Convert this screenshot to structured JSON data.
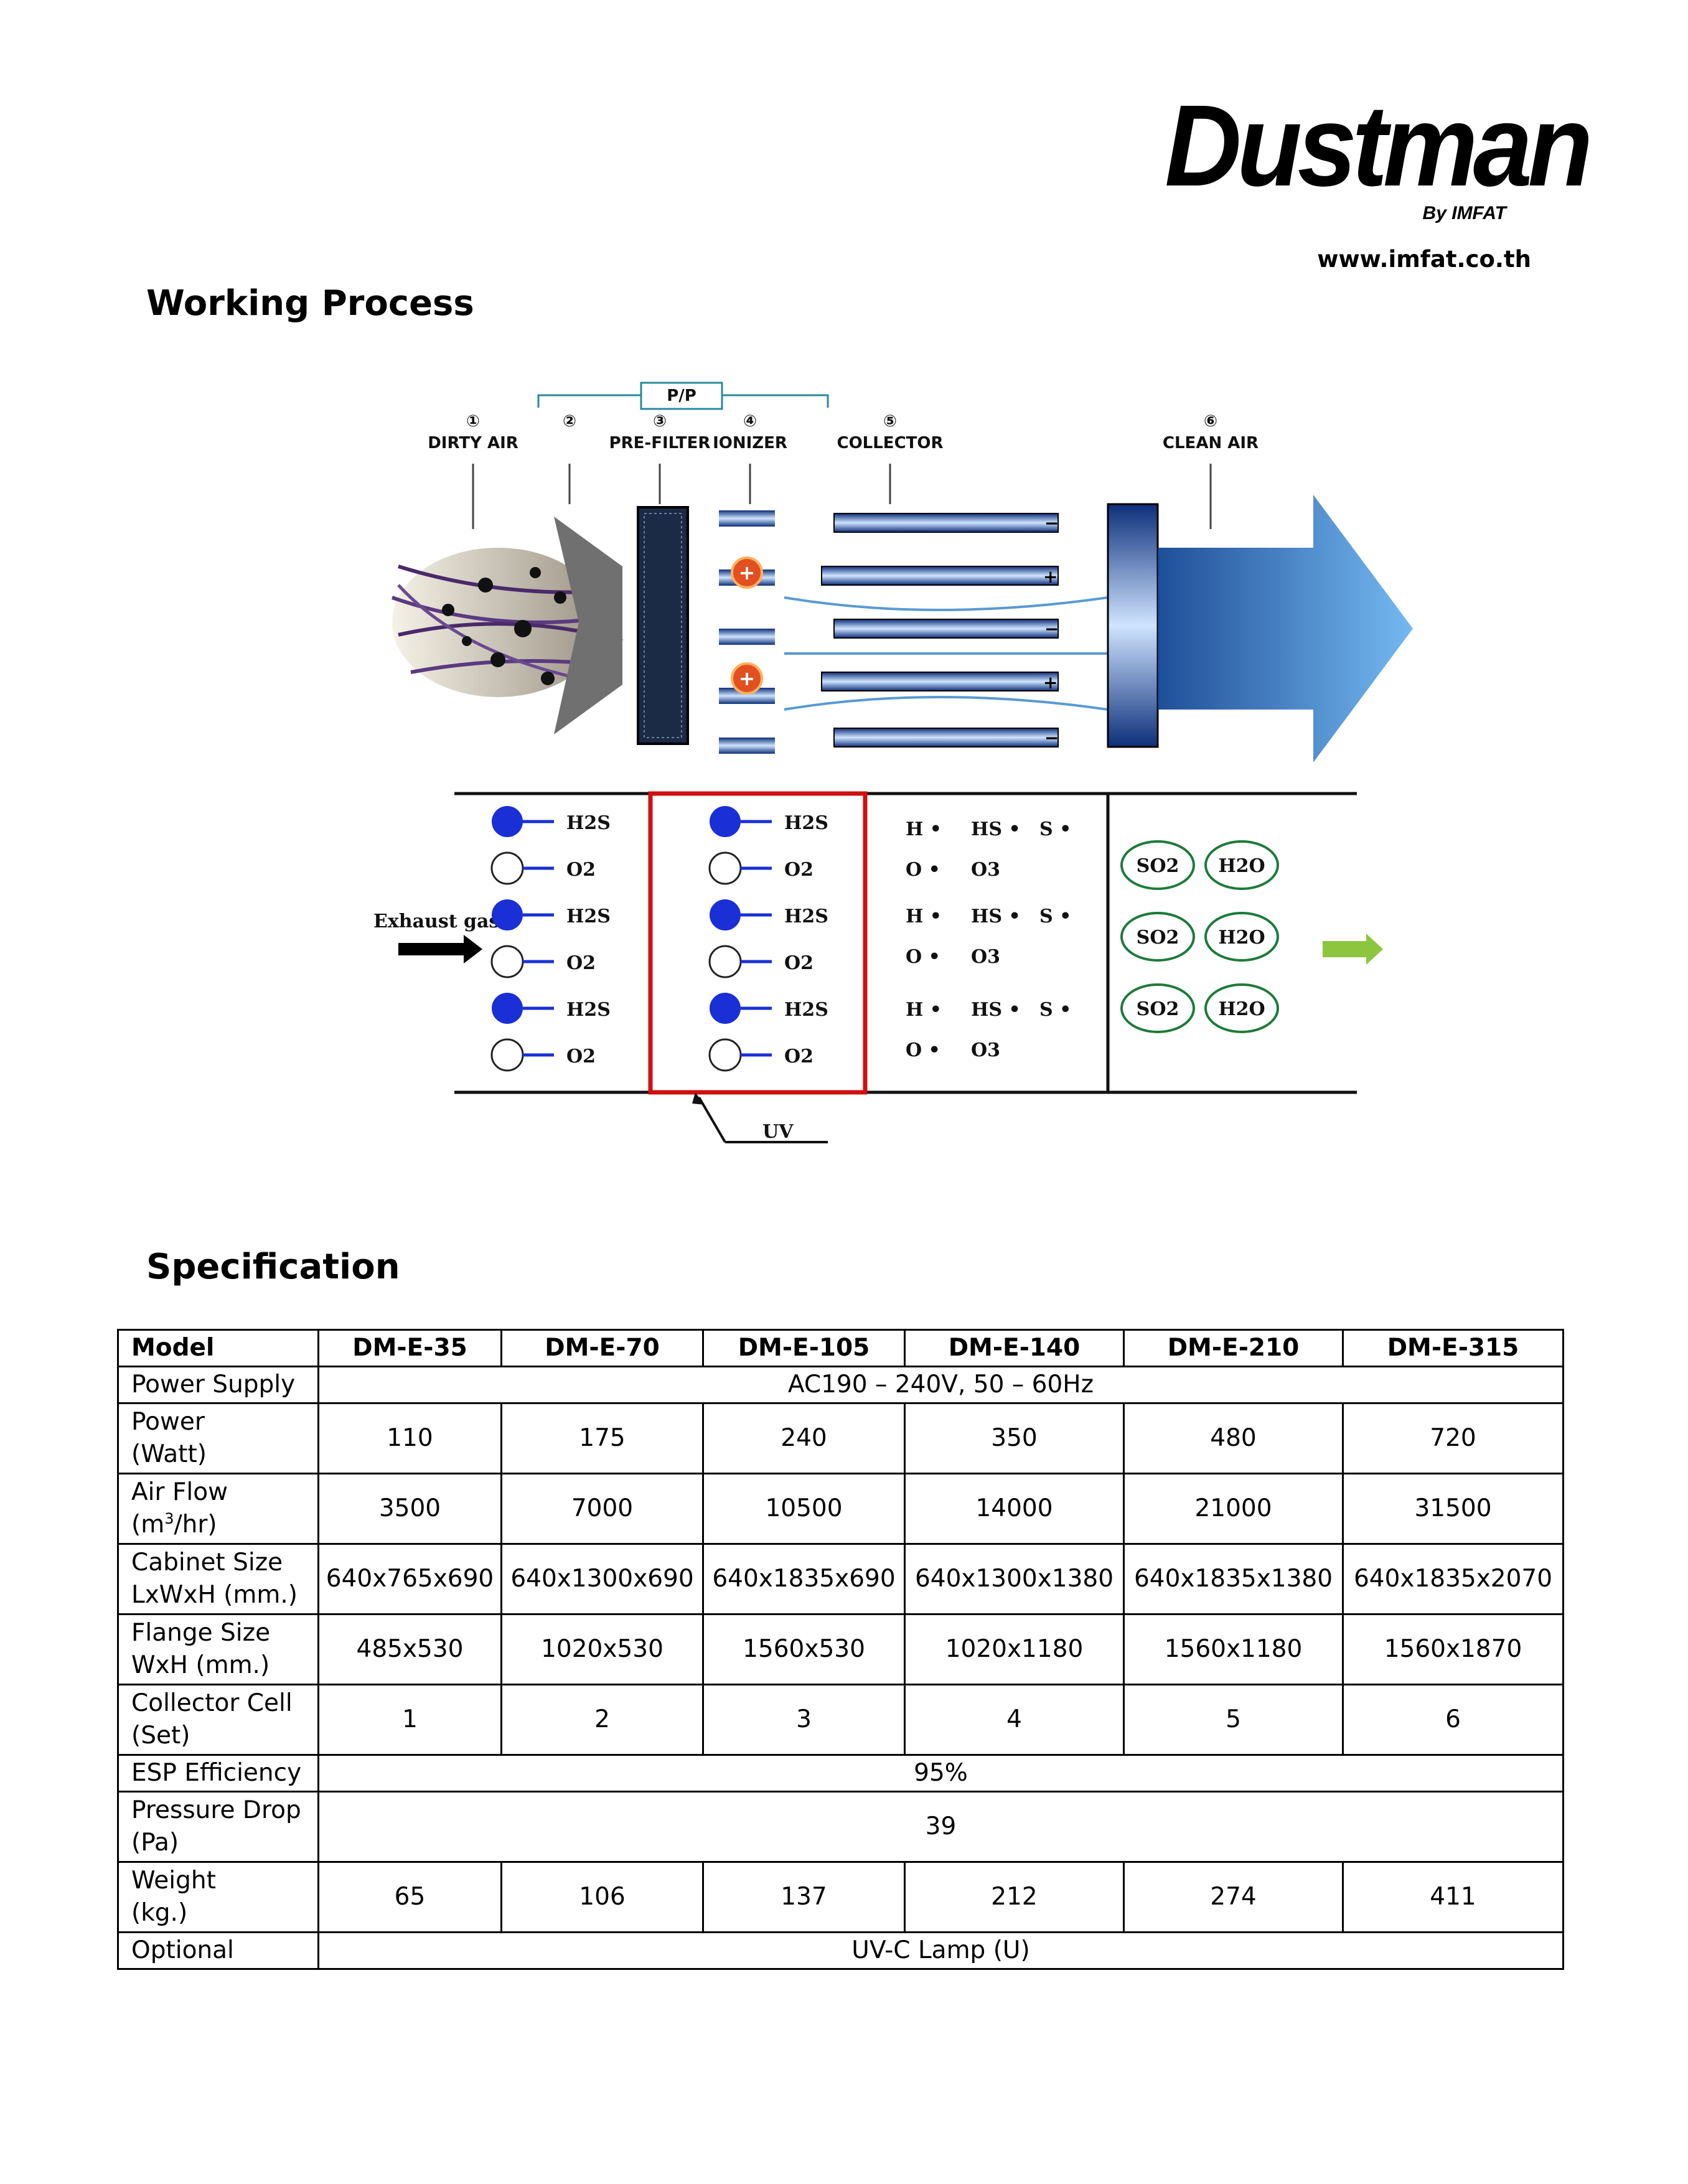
{
  "brand": {
    "logo_text": "Dustman",
    "sub_text": "By IMFAT",
    "website": "www.imfat.co.th"
  },
  "sections": {
    "working_title": "Working Process",
    "spec_title": "Specification"
  },
  "diagram": {
    "pp_label": "P/P",
    "steps": [
      {
        "num": "①",
        "label": "DIRTY AIR"
      },
      {
        "num": "②",
        "label": ""
      },
      {
        "num": "③",
        "label": "PRE-FILTER"
      },
      {
        "num": "④",
        "label": "IONIZER"
      },
      {
        "num": "⑤",
        "label": "COLLECTOR"
      },
      {
        "num": "⑥",
        "label": "CLEAN AIR"
      }
    ],
    "exhaust_label": "Exhaust gas",
    "uv_label": "UV",
    "zone1": [
      "H2S",
      "O2",
      "H2S",
      "O2",
      "H2S",
      "O2"
    ],
    "zone3_rows": [
      [
        "H •",
        "HS •",
        "S •"
      ],
      [
        "O •",
        "O3"
      ],
      [
        "H •",
        "HS •",
        "S •"
      ],
      [
        "O •",
        "O3"
      ],
      [
        "H •",
        "HS •",
        "S •"
      ],
      [
        "O •",
        "O3"
      ]
    ],
    "zone4": [
      [
        "SO2",
        "H2O"
      ],
      [
        "SO2",
        "H2O"
      ],
      [
        "SO2",
        "H2O"
      ]
    ],
    "colors": {
      "ion_blue": "#1a2fd6",
      "uv_box": "#d01010",
      "arrow_green": "#8cc63f",
      "clean_air": "#3a8fd8"
    }
  },
  "spec_table": {
    "header": [
      "Model",
      "DM-E-35",
      "DM-E-70",
      "DM-E-105",
      "DM-E-140",
      "DM-E-210",
      "DM-E-315"
    ],
    "power_supply": {
      "label": "Power Supply",
      "value": "AC190 – 240V, 50 – 60Hz"
    },
    "power": {
      "label1": "Power",
      "label2": "(Watt)",
      "values": [
        "110",
        "175",
        "240",
        "350",
        "480",
        "720"
      ]
    },
    "air_flow": {
      "label1": "Air Flow",
      "label2_pre": "(m",
      "label2_sup": "3",
      "label2_post": "/hr)",
      "values": [
        "3500",
        "7000",
        "10500",
        "14000",
        "21000",
        "31500"
      ]
    },
    "cabinet": {
      "label1": "Cabinet Size",
      "label2": "LxWxH (mm.)",
      "values": [
        "640x765x690",
        "640x1300x690",
        "640x1835x690",
        "640x1300x1380",
        "640x1835x1380",
        "640x1835x2070"
      ]
    },
    "flange": {
      "label1": "Flange Size",
      "label2": "WxH (mm.)",
      "values": [
        "485x530",
        "1020x530",
        "1560x530",
        "1020x1180",
        "1560x1180",
        "1560x1870"
      ]
    },
    "collector": {
      "label1": "Collector Cell",
      "label2": "(Set)",
      "values": [
        "1",
        "2",
        "3",
        "4",
        "5",
        "6"
      ]
    },
    "esp": {
      "label": "ESP Efficiency",
      "value": "95%"
    },
    "pressure": {
      "label1": "Pressure Drop",
      "label2": "(Pa)",
      "value": "39"
    },
    "weight": {
      "label1": "Weight",
      "label2": "(kg.)",
      "values": [
        "65",
        "106",
        "137",
        "212",
        "274",
        "411"
      ]
    },
    "optional": {
      "label": "Optional",
      "value": "UV-C Lamp (U)"
    }
  }
}
